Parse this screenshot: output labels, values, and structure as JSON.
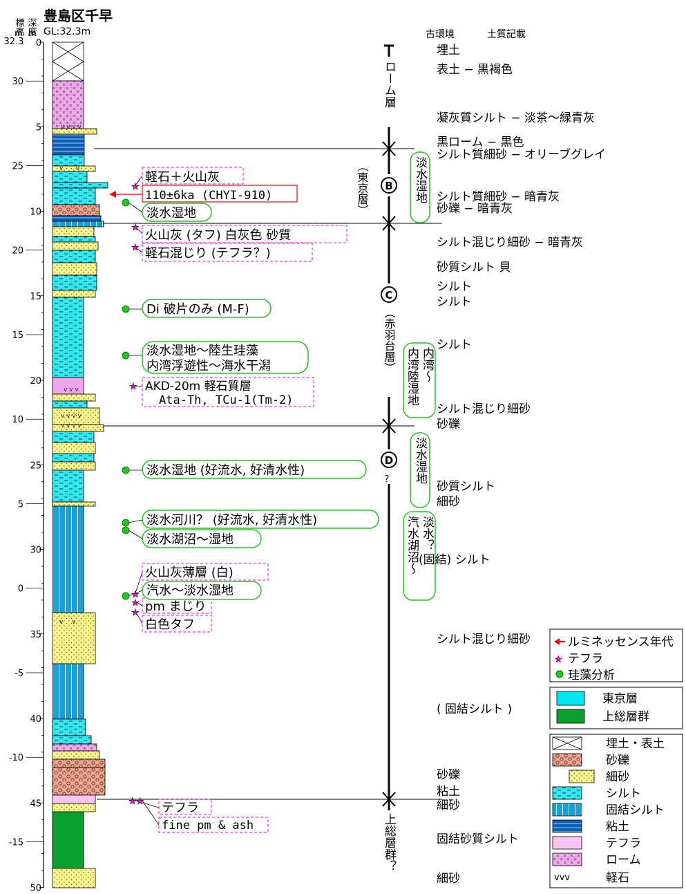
{
  "header": {
    "title": "豊島区千早",
    "gl": "GL:32.3m",
    "elev_label": "標高",
    "depth_label": "深度",
    "unit_elev": "m",
    "unit_depth": "m",
    "top_elev": "32.3",
    "top_depth": "0",
    "col_paleo": "古環境",
    "col_soil": "土質記載"
  },
  "elevation_ticks": [
    "30",
    "25",
    "20",
    "15",
    "10",
    "5",
    "0",
    "-5",
    "-10",
    "-15"
  ],
  "depth_ticks": [
    "5",
    "10",
    "15",
    "20",
    "25",
    "30",
    "35",
    "40",
    "45",
    "50"
  ],
  "units": {
    "loam": "ローム層",
    "B": "B",
    "B_name": "（東京層）",
    "C": "C",
    "C_name": "（赤羽台層）",
    "D": "D",
    "D_q": "？",
    "kazusa": "上総層群？"
  },
  "paleo_boxes": {
    "b1": "淡水湿地",
    "c1": "内湾陸湿地",
    "c2": "内湾〜",
    "d1": "淡水湿地",
    "d2a": "汽水湖沼〜",
    "d2b": "淡水？"
  },
  "soil_desc": [
    "埋土",
    "表土 − 黒褐色",
    "凝灰質シルト − 淡茶〜緑青灰",
    "黒ローム − 黒色",
    "シルト質細砂 − オリーブグレイ",
    "シルト質細砂 − 暗青灰",
    "砂礫 − 暗青灰",
    "シルト混じり細砂 − 暗青灰",
    "砂質シルト 貝",
    "シルト",
    "シルト",
    "シルト",
    "シルト混じり細砂",
    "砂礫",
    "砂質シルト",
    "細砂",
    "(固結) シルト",
    "シルト混じり細砂",
    "( 固結シルト )",
    "砂礫",
    "粘土",
    "細砂",
    "固結砂質シルト",
    "細砂"
  ],
  "annotations": {
    "a1": "軽石＋火山灰",
    "a2": "110±6ka (CHYI-910)",
    "a3": "淡水湿地",
    "a4": "火山灰 (タフ) 白灰色 砂質",
    "a5": "軽石混じり (テフラ？)",
    "a6": "Di 破片のみ (M-F)",
    "a7a": "淡水湿地〜陸生珪藻",
    "a7b": "内湾浮遊性〜海水干潟",
    "a8a": "AKD-20m 軽石質層",
    "a8b": "Ata-Th, TCu-1(Tm-2)",
    "a9": "淡水湿地 (好流水, 好清水性)",
    "a10": "淡水河川？ (好流水, 好清水性)",
    "a11": "淡水湖沼〜湿地",
    "a12": "火山灰薄層 (白)",
    "a13": "汽水〜淡水湿地",
    "a14": "pm まじり",
    "a15": "白色タフ",
    "a16": "テフラ",
    "a17": "fine pm & ash"
  },
  "legend_symbols": {
    "lum": "ルミネッセンス年代",
    "tephra": "テフラ",
    "diatom": "珪藻分析"
  },
  "legend_formations": {
    "tokyo": "東京層",
    "kazusa": "上総層群"
  },
  "legend_litho": {
    "fill": "埋土・表土",
    "gravel": "砂礫",
    "fine_sand": "細砂",
    "silt": "シルト",
    "hard_silt": "固結シルト",
    "clay": "粘土",
    "tephra": "テフラ",
    "loam": "ローム",
    "pumice_sym": "ⅴⅴⅴ",
    "pumice": "軽石"
  },
  "colors": {
    "silt": "#33e6ef",
    "hard_silt": "#1a9fd6",
    "clay": "#0a5fb4",
    "fine_sand": "#fbf68a",
    "gravel": "#f4a38a",
    "tephra": "#f8c6f4",
    "loam": "#f0a5ec",
    "tokyo": "#00e5ee",
    "kazusa": "#0aa02d",
    "green": "#1ec81e",
    "magenta": "#ff00d2",
    "arrow": "#ff0000"
  }
}
